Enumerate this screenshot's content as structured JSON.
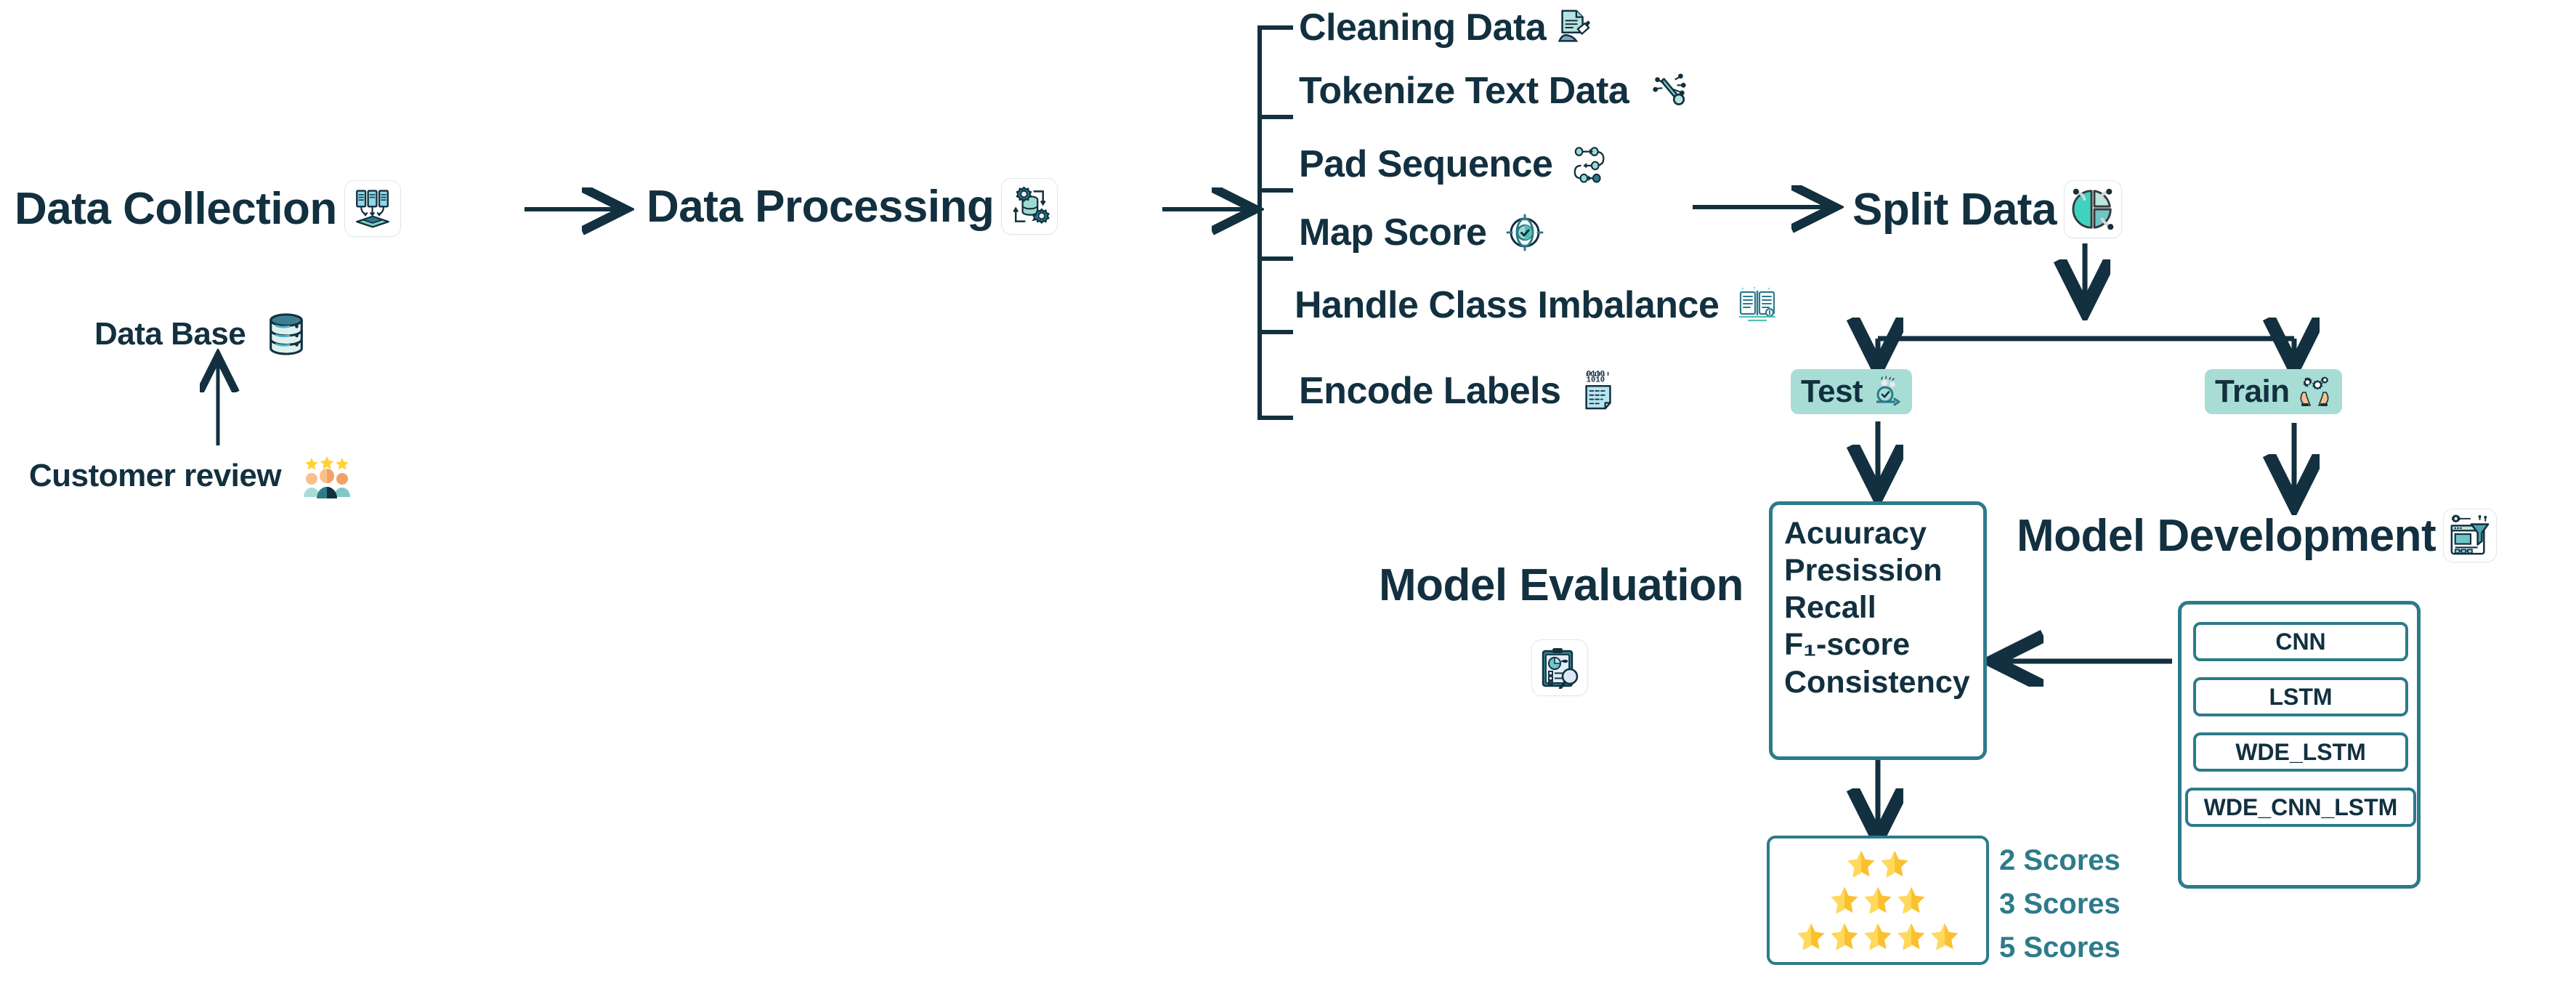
{
  "theme": {
    "ink": "#12303f",
    "teal": "#2d7b8a",
    "mint": "#a8ddd6",
    "gold": "#fbc02d",
    "accent": "#4fc3b5"
  },
  "stages": {
    "data_collection": {
      "label": "Data Collection",
      "icon": "documents-to-stack-icon"
    },
    "data_base": {
      "label": "Data Base",
      "icon": "database-cylinder-icon"
    },
    "customer_review": {
      "label": "Customer review",
      "icon": "three-stars-people-icon"
    },
    "data_processing": {
      "label": "Data Processing",
      "icon": "gears-database-cycle-icon"
    },
    "split_data": {
      "label": "Split Data",
      "icon": "pie-chart-split-icon"
    },
    "model_development": {
      "label": "Model Development",
      "icon": "funnel-dashboard-gear-icon"
    },
    "model_evaluation": {
      "label": "Model Evaluation",
      "icon": "clipboard-magnifier-icon"
    }
  },
  "processing_steps": [
    {
      "label": "Cleaning Data",
      "icon": "document-brush-icon"
    },
    {
      "label": "Tokenize Text Data",
      "icon": "circuit-key-icon"
    },
    {
      "label": "Pad Sequence",
      "icon": "node-graph-icon"
    },
    {
      "label": "Map Score",
      "icon": "target-check-icon"
    },
    {
      "label": "Handle Class Imbalance",
      "icon": "open-books-icon"
    },
    {
      "label": "Encode Labels",
      "icon": "binary-note-icon"
    }
  ],
  "split_branches": [
    {
      "label": "Test",
      "icon": "test-cycle-check-icon"
    },
    {
      "label": "Train",
      "icon": "hands-gears-icon"
    }
  ],
  "evaluation_metrics": [
    "Acuuracy",
    "Presission",
    "Recall",
    "F₁-score",
    "Consistency"
  ],
  "models": [
    "CNN",
    "LSTM",
    "WDE_LSTM",
    "WDE_CNN_LSTM"
  ],
  "score_legend": [
    {
      "label": "2 Scores",
      "stars": 2
    },
    {
      "label": "3 Scores",
      "stars": 3
    },
    {
      "label": "5 Scores",
      "stars": 5
    }
  ]
}
